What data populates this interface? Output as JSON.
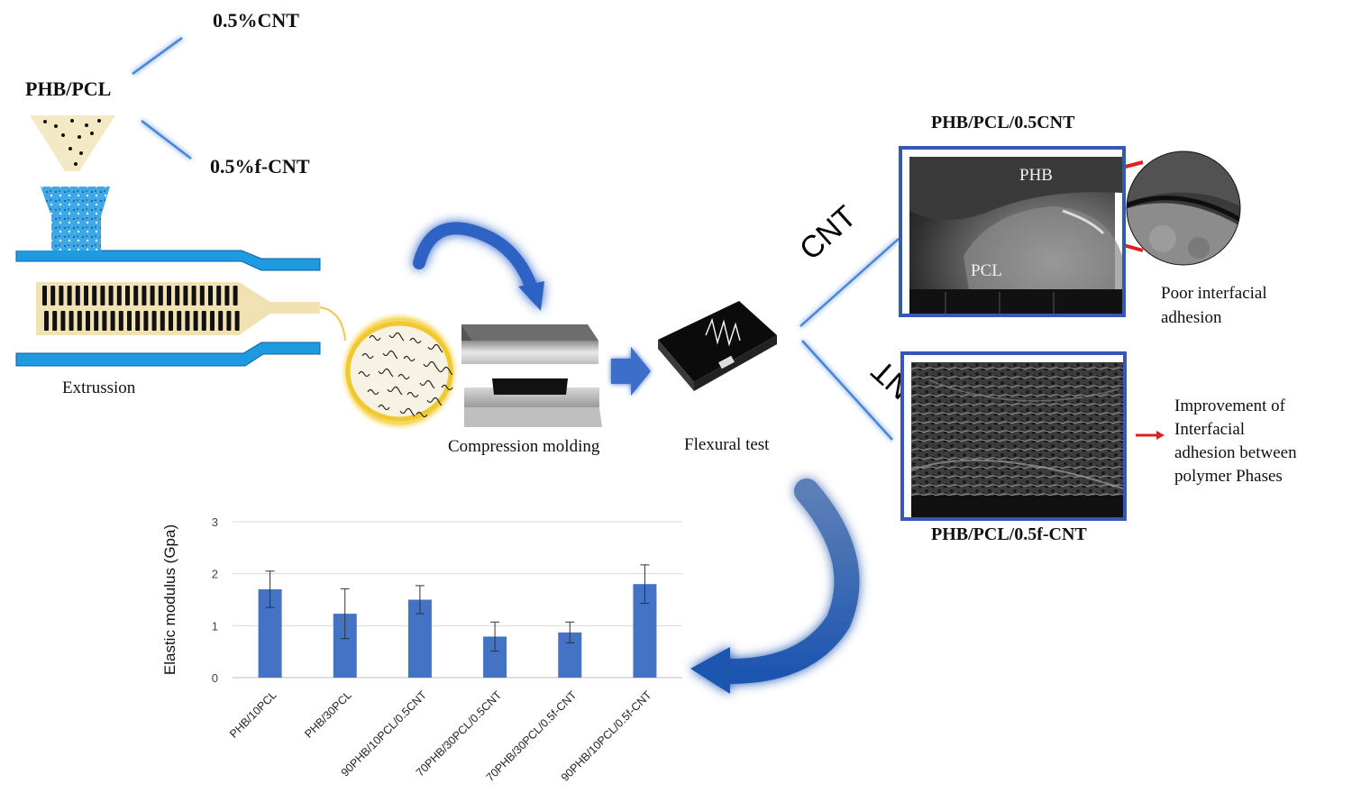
{
  "inputs": {
    "matrix": "PHB/PCL",
    "option_cnt": "0.5%CNT",
    "option_fcnt": "0.5%f-CNT"
  },
  "steps": {
    "extrusion": "Extrussion",
    "compression": "Compression molding",
    "flexural": "Flexural test"
  },
  "branches": {
    "cnt": "CNT",
    "fcnt": "F-CNT"
  },
  "sem_top": {
    "title": "PHB/PCL/0.5CNT",
    "label_phb": "PHB",
    "label_pcl": "PCL",
    "note": [
      "Poor interfacial",
      "adhesion"
    ]
  },
  "sem_bottom": {
    "title": "PHB/PCL/0.5f-CNT",
    "note": [
      "Improvement of",
      "Interfacial",
      "adhesion between",
      "polymer Phases"
    ]
  },
  "colors": {
    "accent_blue": "#4472c4",
    "frame_blue": "#3557b7",
    "red": "#e02020",
    "glow_yellow": "#f5c518"
  },
  "chart_data": {
    "type": "bar",
    "categories": [
      "PHB/10PCL",
      "PHB/30PCL",
      "90PHB/10PCL/0.5CNT",
      "70PHB/30PCL/0.5CNT",
      "70PHB/30PCL/0.5f-CNT",
      "90PHB/10PCL/0.5f-CNT"
    ],
    "values": [
      1.7,
      1.23,
      1.5,
      0.79,
      0.87,
      1.8
    ],
    "errors": [
      0.35,
      0.48,
      0.27,
      0.28,
      0.2,
      0.37
    ],
    "ylabel": "Elastic modulus (Gpa)",
    "ylim": [
      0,
      3
    ],
    "yticks": [
      "0",
      "1",
      "2",
      "3"
    ],
    "grid": true,
    "bar_color": "#4472c4"
  }
}
